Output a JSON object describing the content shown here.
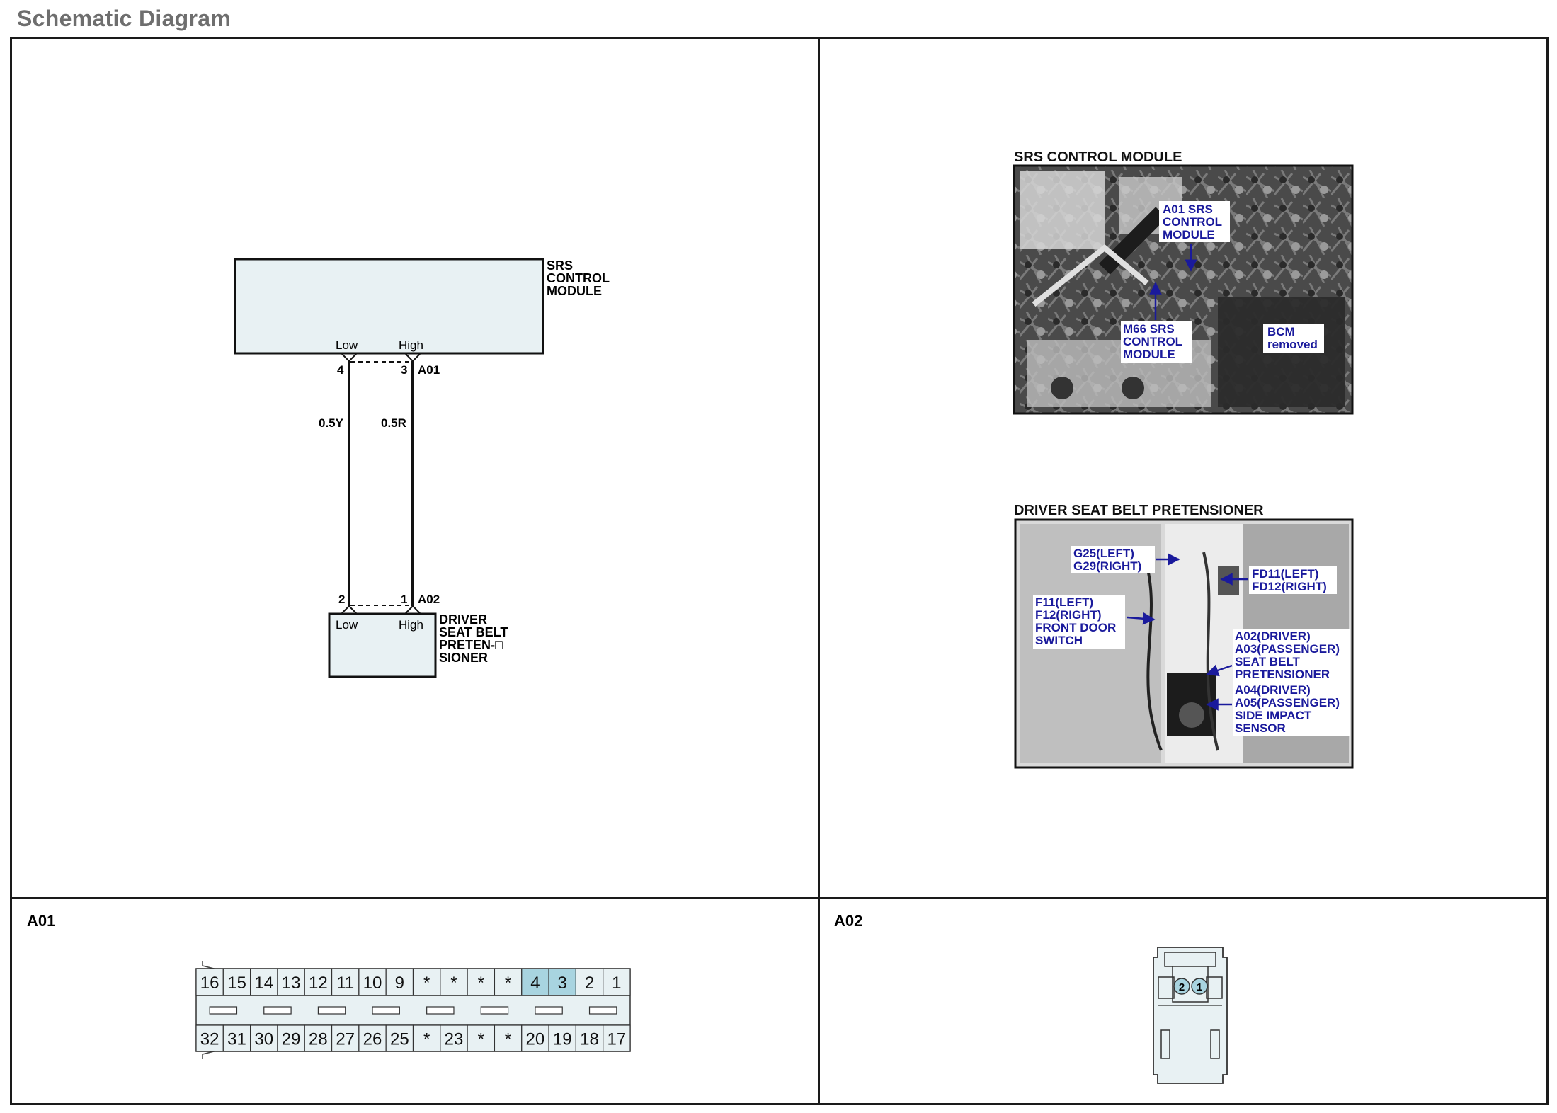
{
  "page": {
    "title": "Schematic Diagram"
  },
  "schematic": {
    "module": {
      "label_lines": [
        "SRS",
        "CONTROL",
        "MODULE"
      ],
      "pin_low": "Low",
      "pin_high": "High",
      "connector": "A01",
      "pin_a": "4",
      "pin_b": "3"
    },
    "wires": [
      {
        "label": "0.5Y"
      },
      {
        "label": "0.5R"
      }
    ],
    "pretensioner": {
      "label_lines": [
        "DRIVER",
        "SEAT BELT",
        "PRETEN-□",
        "SIONER"
      ],
      "pin_low": "Low",
      "pin_high": "High",
      "connector": "A02",
      "pin_a": "2",
      "pin_b": "1"
    }
  },
  "photos": {
    "srs": {
      "title": "SRS CONTROL MODULE",
      "callouts": [
        {
          "lines": [
            "A01 SRS",
            "CONTROL",
            "MODULE"
          ]
        },
        {
          "lines": [
            "M66 SRS",
            "CONTROL",
            "MODULE"
          ]
        },
        {
          "lines": [
            "BCM",
            "removed"
          ]
        }
      ]
    },
    "pretensioner": {
      "title": "DRIVER SEAT BELT PRETENSIONER",
      "callouts": [
        {
          "lines": [
            "G25(LEFT)",
            "G29(RIGHT)"
          ]
        },
        {
          "lines": [
            "FD11(LEFT)",
            "FD12(RIGHT)"
          ]
        },
        {
          "lines": [
            "F11(LEFT)",
            "F12(RIGHT)",
            "FRONT DOOR",
            "SWITCH"
          ]
        },
        {
          "lines": [
            "A02(DRIVER)",
            "A03(PASSENGER)",
            "SEAT BELT",
            "PRETENSIONER"
          ]
        },
        {
          "lines": [
            "A04(DRIVER)",
            "A05(PASSENGER)",
            "SIDE IMPACT",
            "SENSOR"
          ]
        }
      ]
    }
  },
  "connectors": {
    "a01": {
      "title": "A01",
      "top_row": [
        "16",
        "15",
        "14",
        "13",
        "12",
        "11",
        "10",
        "9",
        "*",
        "*",
        "*",
        "*",
        "4",
        "3",
        "2",
        "1"
      ],
      "bottom_row": [
        "32",
        "31",
        "30",
        "29",
        "28",
        "27",
        "26",
        "25",
        "*",
        "23",
        "*",
        "*",
        "20",
        "19",
        "18",
        "17"
      ],
      "highlight": [
        "4",
        "3"
      ],
      "highlight_color": "#a8d4e0",
      "fill_color": "#e8f1f3"
    },
    "a02": {
      "title": "A02",
      "pins": [
        "2",
        "1"
      ]
    }
  }
}
